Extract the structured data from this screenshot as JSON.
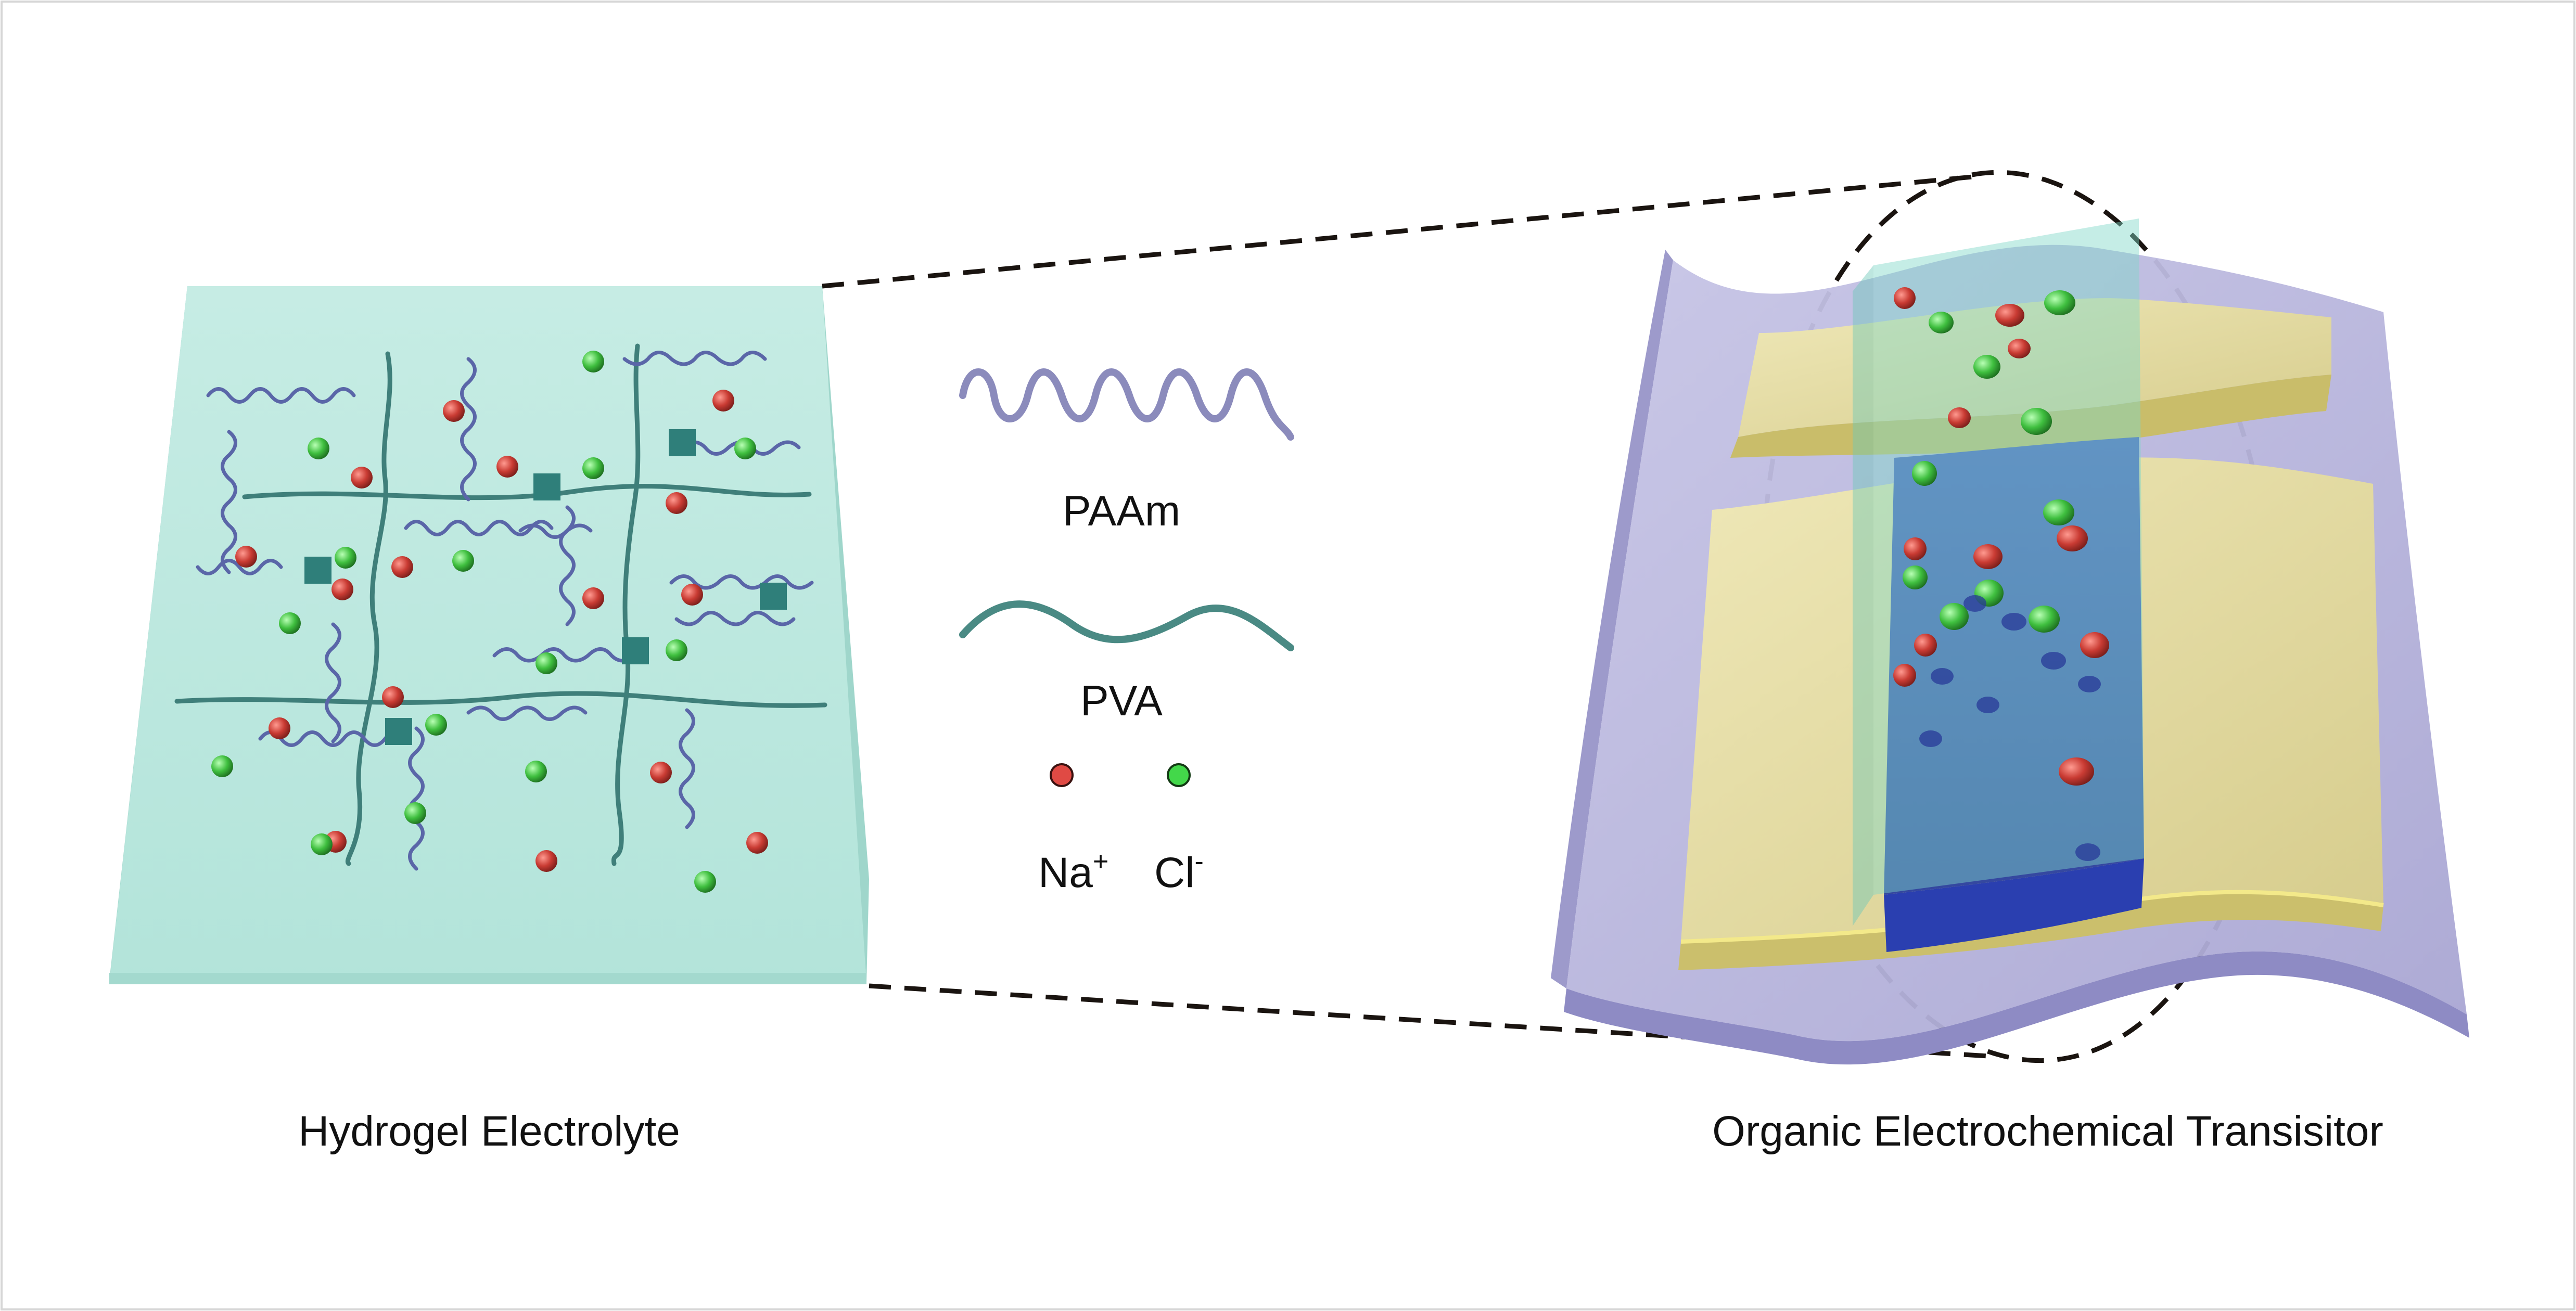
{
  "labels": {
    "left_title": "Hydrogel Electrolyte",
    "right_title": "Organic Electrochemical Transisitor"
  },
  "legend": {
    "paam": "PAAm",
    "pva": "PVA",
    "na_base": "Na",
    "na_sup": "+",
    "cl_base": "Cl",
    "cl_sup": "-"
  },
  "colors": {
    "hydrogel": "#bfe8e0",
    "hydrogel_side": "#9fd6cb",
    "paam_chain": "#5a66a8",
    "pva_chain": "#3f7f7a",
    "crosslink": "#2f7f7a",
    "na_ion": "#d9463e",
    "cl_ion": "#3fce44",
    "substrate": "#b9b7dc",
    "electrode_gold": "#e7dfa4",
    "channel_blue": "#3d53b8",
    "dashed_line": "#1a1410"
  }
}
